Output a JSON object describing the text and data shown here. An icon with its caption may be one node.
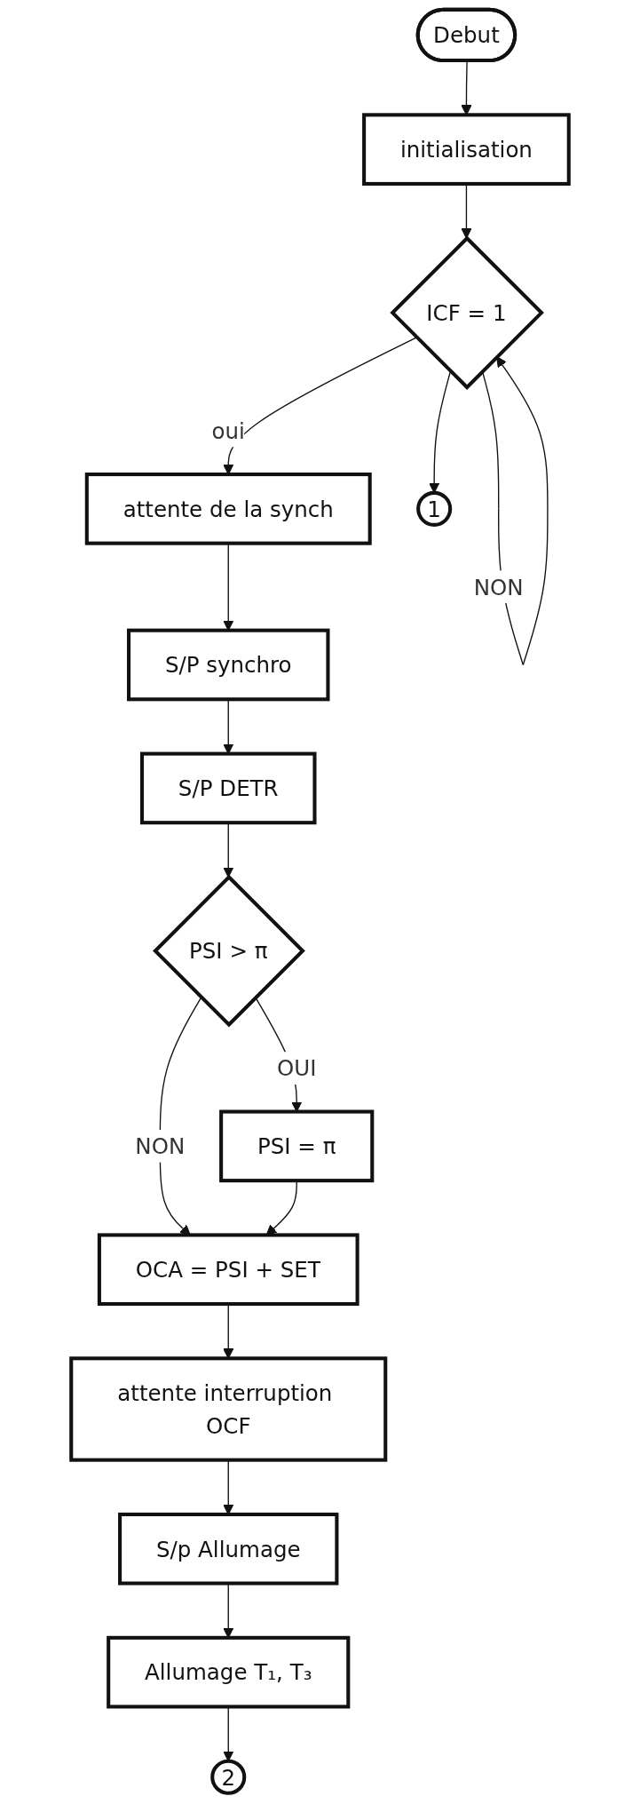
{
  "diagram": {
    "nodes": [
      {
        "text": [
          "Debut"
        ]
      },
      {
        "text": [
          "initialisation"
        ]
      },
      {
        "text": [
          "ICF = 1"
        ]
      },
      {
        "text": [
          "attente de la synch"
        ]
      },
      {
        "text": [
          "1"
        ]
      },
      {
        "text": [
          "S/P synchro"
        ]
      },
      {
        "text": [
          "S/P DETR"
        ]
      },
      {
        "text": [
          "PSI > π"
        ]
      },
      {
        "text": [
          "PSI = π"
        ]
      },
      {
        "text": [
          "OCA = PSI + SET"
        ]
      },
      {
        "text": [
          "attente interruption OCF"
        ]
      },
      {
        "text": [
          "S/p Allumage"
        ]
      },
      {
        "text": [
          "Allumage T₁, T₃"
        ]
      },
      {
        "text": [
          "2"
        ]
      }
    ],
    "edges": [
      {
        "from": 0,
        "to": 1,
        "arrow": "to"
      },
      {
        "from": 1,
        "to": 2,
        "arrow": "to"
      },
      {
        "from": 2,
        "to": 2,
        "arrow": "to",
        "label": "NON"
      },
      {
        "from": 2,
        "to": 3,
        "arrow": "to",
        "label": "oui"
      },
      {
        "from": 2,
        "to": 4,
        "arrow": "to"
      },
      {
        "from": 3,
        "to": 5,
        "arrow": "to"
      },
      {
        "from": 5,
        "to": 6,
        "arrow": "to"
      },
      {
        "from": 6,
        "to": 7,
        "arrow": "to"
      },
      {
        "from": 7,
        "to": 8,
        "arrow": "to",
        "label": "OUI"
      },
      {
        "from": 7,
        "to": 9,
        "arrow": "to",
        "label": "NON"
      },
      {
        "from": 8,
        "to": 9,
        "arrow": "to"
      },
      {
        "from": 9,
        "to": 10,
        "arrow": "to"
      },
      {
        "from": 10,
        "to": 11,
        "arrow": "to"
      },
      {
        "from": 11,
        "to": 12,
        "arrow": "to"
      },
      {
        "from": 12,
        "to": 13,
        "arrow": "to"
      }
    ]
  }
}
